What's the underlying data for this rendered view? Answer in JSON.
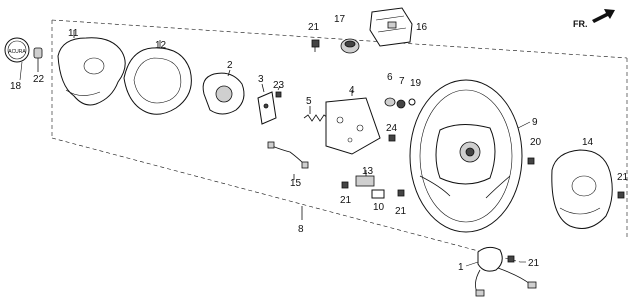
{
  "direction_label": "FR.",
  "emblem_text": "ACURA",
  "callouts": [
    {
      "id": "c11",
      "text": "11"
    },
    {
      "id": "c12",
      "text": "12"
    },
    {
      "id": "c18",
      "text": "18"
    },
    {
      "id": "c22",
      "text": "22"
    },
    {
      "id": "c2",
      "text": "2"
    },
    {
      "id": "c3",
      "text": "3"
    },
    {
      "id": "c23",
      "text": "23"
    },
    {
      "id": "c5",
      "text": "5"
    },
    {
      "id": "c4",
      "text": "4"
    },
    {
      "id": "c21a",
      "text": "21"
    },
    {
      "id": "c17",
      "text": "17"
    },
    {
      "id": "c16",
      "text": "16"
    },
    {
      "id": "c6",
      "text": "6"
    },
    {
      "id": "c7",
      "text": "7"
    },
    {
      "id": "c19",
      "text": "19"
    },
    {
      "id": "c9",
      "text": "9"
    },
    {
      "id": "c24",
      "text": "24"
    },
    {
      "id": "c20",
      "text": "20"
    },
    {
      "id": "c14",
      "text": "14"
    },
    {
      "id": "c21b",
      "text": "21"
    },
    {
      "id": "c15",
      "text": "15"
    },
    {
      "id": "c13",
      "text": "13"
    },
    {
      "id": "c21c",
      "text": "21"
    },
    {
      "id": "c10",
      "text": "10"
    },
    {
      "id": "c21d",
      "text": "21"
    },
    {
      "id": "c8",
      "text": "8"
    },
    {
      "id": "c1",
      "text": "1"
    },
    {
      "id": "c21e",
      "text": "21"
    }
  ]
}
